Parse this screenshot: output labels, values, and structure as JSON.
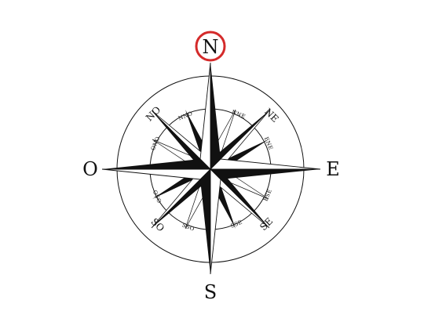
{
  "compass": {
    "cardinals": {
      "north": "N",
      "east": "E",
      "south": "S",
      "west": "O"
    },
    "intercardinals": {
      "northeast": "NE",
      "southeast": "SE",
      "southwest": "SO",
      "northwest": "NO"
    },
    "secondary": {
      "nne": "NNE",
      "ene": "ENE",
      "ese": "ESE",
      "sse": "SSE",
      "sso": "SSO",
      "oso": "OSO",
      "ono": "ONO",
      "nno": "NNO"
    },
    "highlight": {
      "target": "N",
      "color": "#d42a2a"
    },
    "ink_color": "#111111"
  }
}
